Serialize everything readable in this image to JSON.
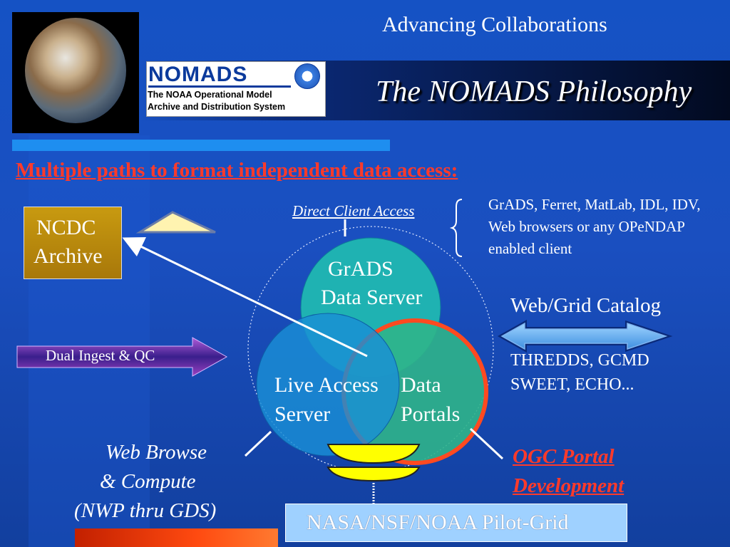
{
  "header": {
    "top_text": "Advancing Collaborations",
    "title": "The NOMADS Philosophy"
  },
  "logo": {
    "word": "NOMADS",
    "line1": "The NOAA Operational Model",
    "line2": "Archive and Distribution System"
  },
  "subtitle": "Multiple paths to format independent data access:",
  "ncdc": {
    "line1": "NCDC",
    "line2": "Archive"
  },
  "ingest": {
    "label": "Dual Ingest & QC"
  },
  "direct_client": {
    "label": "Direct Client Access",
    "clients": "GrADS, Ferret, MatLab, IDL, IDV, Web browsers or any OPeNDAP enabled client"
  },
  "catalog": {
    "title": "Web/Grid Catalog",
    "line1": "THREDDS, GCMD",
    "line2": "SWEET, ECHO..."
  },
  "circles": {
    "grads": {
      "line1": "GrADS",
      "line2": "Data Server"
    },
    "las": {
      "line1": "Live Access",
      "line2": "Server"
    },
    "portals": {
      "line1": "Data",
      "line2": "Portals"
    }
  },
  "web_browse": {
    "line1": "Web Browse",
    "line2": "& Compute",
    "line3": "(NWP thru GDS)"
  },
  "ogc": {
    "line1": "OGC Portal",
    "line2": "Development"
  },
  "pilot_grid": {
    "label": "NASA/NSF/NOAA Pilot-Grid"
  },
  "colors": {
    "accent_red": "#ff3a2a",
    "grads_circle": "#1fb2b2",
    "portals_circle": "#2fb48a",
    "las_circle": "#1a8fd6",
    "ncdc_gold": "#b8880c",
    "pilot_box": "#9fd1ff"
  }
}
